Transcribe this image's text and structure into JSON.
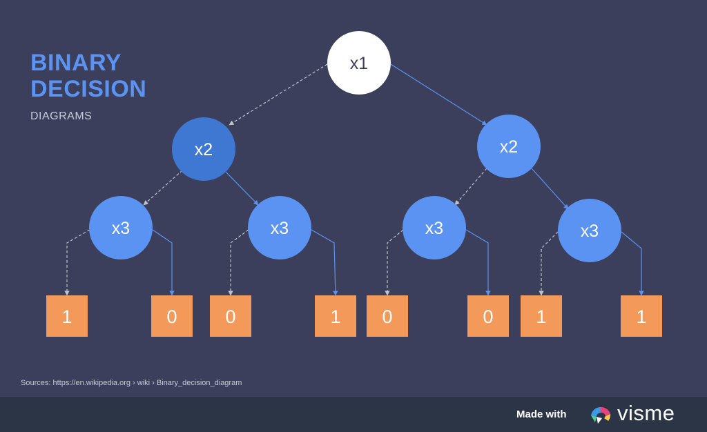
{
  "title_line1": "BINARY",
  "title_line2": "DECISION",
  "subtitle": "DIAGRAMS",
  "nodes": [
    {
      "id": "n1",
      "label": "x1",
      "level": 1
    },
    {
      "id": "n2L",
      "label": "x2",
      "level": 2
    },
    {
      "id": "n2R",
      "label": "x2",
      "level": 2
    },
    {
      "id": "n3a",
      "label": "x3",
      "level": 3
    },
    {
      "id": "n3b",
      "label": "x3",
      "level": 3
    },
    {
      "id": "n3c",
      "label": "x3",
      "level": 3
    },
    {
      "id": "n3d",
      "label": "x3",
      "level": 3
    }
  ],
  "leaves": [
    "1",
    "0",
    "0",
    "1",
    "0",
    "0",
    "1",
    "1"
  ],
  "edge_styles": {
    "low": "dashed",
    "high": "solid"
  },
  "colors": {
    "background": "#3c3f5c",
    "root_fill": "#ffffff",
    "root_text": "#3c3f5c",
    "node_dark": "#3f78d2",
    "node_light": "#5b93f2",
    "leaf_fill": "#f3995a",
    "dashed_edge": "#bfc2cc",
    "solid_edge": "#5b93f2",
    "footer_bg": "#2b3546"
  },
  "sources": "Sources: https://en.wikipedia.org › wiki › Binary_decision_diagram",
  "footer": {
    "made_with": "Made with",
    "brand": "visme"
  }
}
